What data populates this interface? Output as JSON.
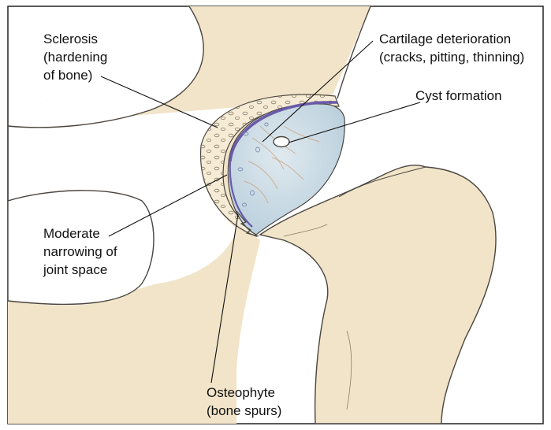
{
  "labels": {
    "sclerosis": [
      "Sclerosis",
      "(hardening",
      "of bone)"
    ],
    "cartilage": [
      "Cartilage deterioration",
      "(cracks, pitting, thinning)"
    ],
    "cyst": [
      "Cyst formation"
    ],
    "narrowing": [
      "Moderate",
      "narrowing of",
      "joint space"
    ],
    "osteophyte": [
      "Osteophyte",
      "(bone spurs)"
    ]
  },
  "colors": {
    "bone": "#f1e4c8",
    "bone_outline": "#4a4540",
    "cartilage_head": "#c9dbe6",
    "joint_line": "#6a5aa8",
    "leader_line": "#111111",
    "frame": "#222222"
  }
}
